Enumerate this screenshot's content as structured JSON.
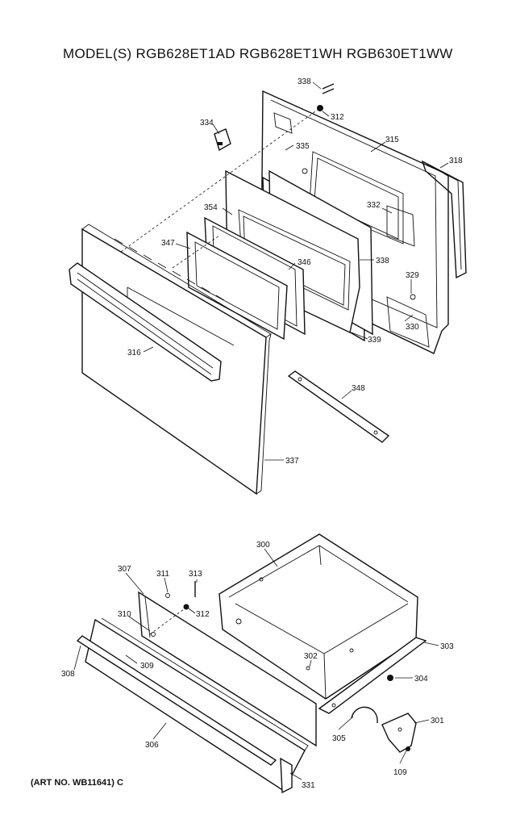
{
  "header": {
    "title": "MODEL(S) RGB628ET1AD  RGB628ET1WH  RGB630ET1WW"
  },
  "footer": {
    "art_no": "(ART NO. WB11641) C"
  },
  "parts": {
    "p338a": "338",
    "p312a": "312",
    "p334": "334",
    "p315": "315",
    "p335": "335",
    "p318": "318",
    "p354": "354",
    "p332": "332",
    "p347": "347",
    "p346": "346",
    "p338b": "338",
    "p329": "329",
    "p330": "330",
    "p316": "316",
    "p339": "339",
    "p348": "348",
    "p337": "337",
    "p300": "300",
    "p307": "307",
    "p311": "311",
    "p313": "313",
    "p310": "310",
    "p312b": "312",
    "p303": "303",
    "p302": "302",
    "p308": "308",
    "p309": "309",
    "p304": "304",
    "p301": "301",
    "p305": "305",
    "p306": "306",
    "p109": "109",
    "p331": "331"
  }
}
